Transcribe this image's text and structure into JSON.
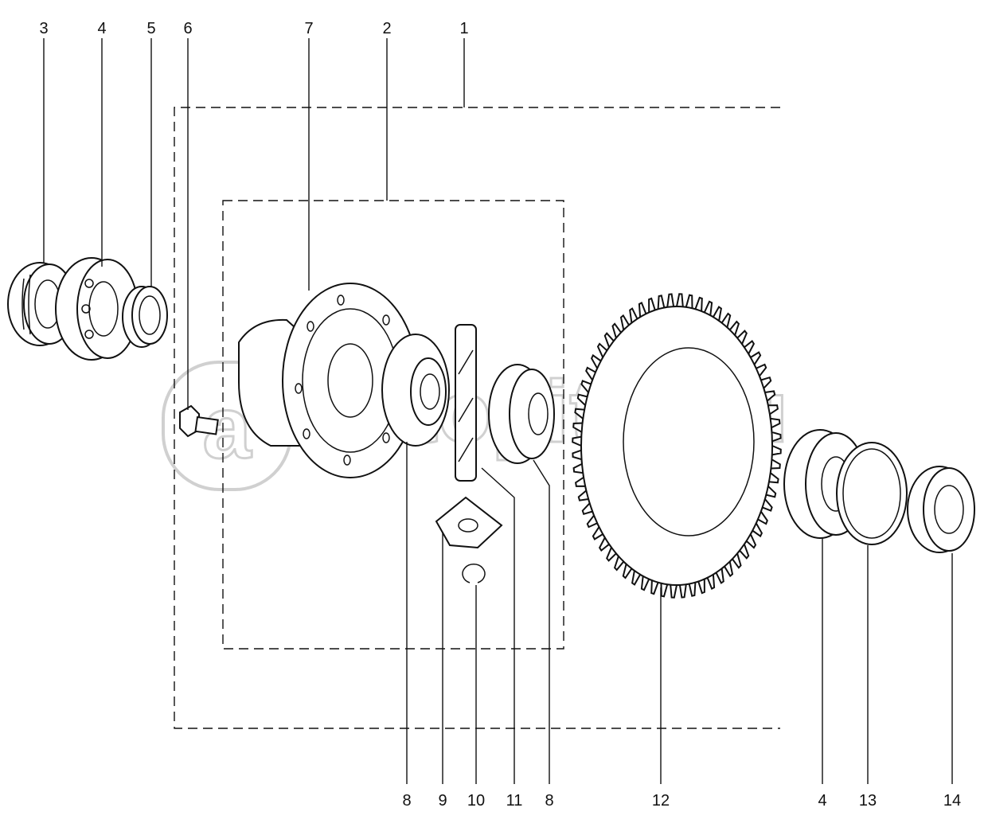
{
  "diagram": {
    "top_labels": [
      "3",
      "4",
      "5",
      "6",
      "7",
      "2",
      "1"
    ],
    "bottom_labels": [
      "8",
      "9",
      "10",
      "11",
      "8",
      "12",
      "4",
      "13",
      "14"
    ],
    "watermark": "autopiter.ru",
    "watermark_logo": "a"
  }
}
